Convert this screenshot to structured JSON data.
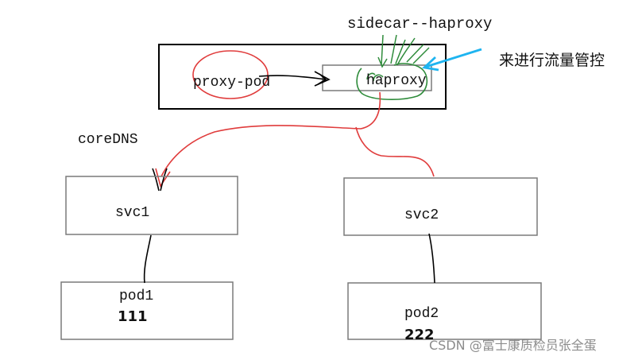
{
  "labels": {
    "sidecar": "sidecar--haproxy",
    "annotation": "来进行流量管控",
    "proxy_pod": "proxy-pod",
    "haproxy": "haproxy",
    "coredns": "coreDNS",
    "svc1": "svc1",
    "svc2": "svc2",
    "pod1": "pod1",
    "pod1_value": "111",
    "pod2": "pod2",
    "pod2_value": "222",
    "watermark": "CSDN @富士康质检员张全蛋"
  },
  "colors": {
    "outline": "#000000",
    "box_border": "#7a7a7a",
    "red_ink": "#e03c3c",
    "green_ink": "#2e8b3a",
    "cyan_arrow": "#1eb4f0"
  }
}
